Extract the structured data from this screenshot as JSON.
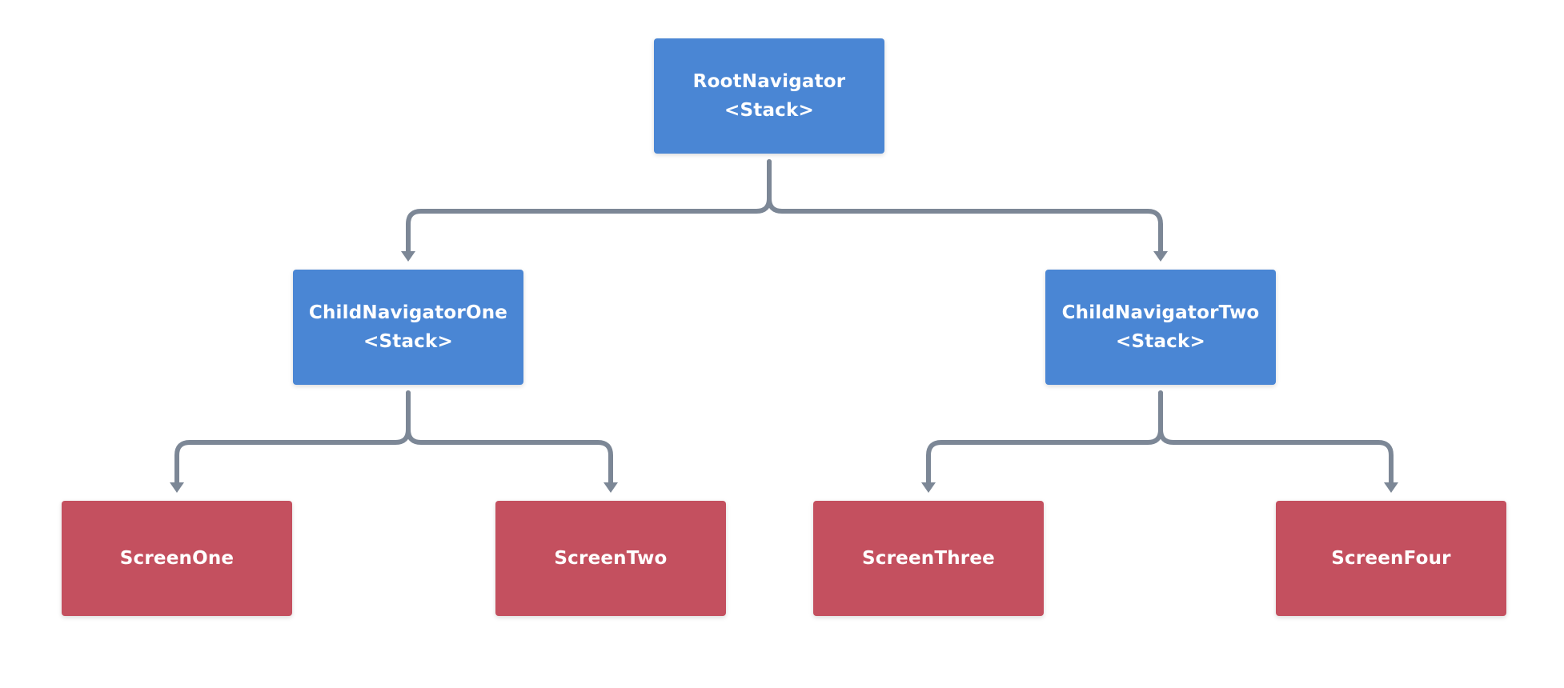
{
  "colors": {
    "navigator": "#4a86d4",
    "screen": "#c4505f",
    "connector": "#7c8796",
    "text": "#ffffff"
  },
  "nodes": {
    "root": {
      "title": "RootNavigator",
      "subtitle": "<Stack>"
    },
    "child1": {
      "title": "ChildNavigatorOne",
      "subtitle": "<Stack>"
    },
    "child2": {
      "title": "ChildNavigatorTwo",
      "subtitle": "<Stack>"
    },
    "screen1": {
      "title": "ScreenOne"
    },
    "screen2": {
      "title": "ScreenTwo"
    },
    "screen3": {
      "title": "ScreenThree"
    },
    "screen4": {
      "title": "ScreenFour"
    }
  },
  "edges": [
    {
      "from": "root",
      "to": "child1"
    },
    {
      "from": "root",
      "to": "child2"
    },
    {
      "from": "child1",
      "to": "screen1"
    },
    {
      "from": "child1",
      "to": "screen2"
    },
    {
      "from": "child2",
      "to": "screen3"
    },
    {
      "from": "child2",
      "to": "screen4"
    }
  ]
}
